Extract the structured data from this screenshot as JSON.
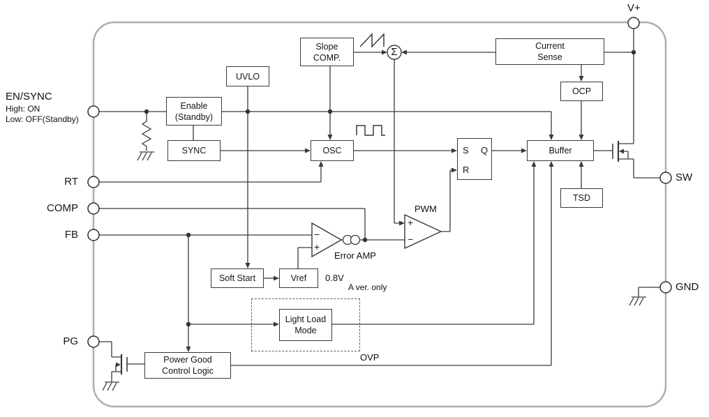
{
  "pins": {
    "en_sync": {
      "label": "EN/SYNC",
      "note_high": "High: ON",
      "note_low": "Low: OFF(Standby)"
    },
    "rt": "RT",
    "comp": "COMP",
    "fb": "FB",
    "pg": "PG",
    "sw": "SW",
    "gnd": "GND",
    "vplus": "V+"
  },
  "blocks": {
    "slope_comp": "Slope\nCOMP.",
    "uvlo": "UVLO",
    "enable": "Enable\n(Standby)",
    "sync": "SYNC",
    "osc": "OSC",
    "current_sense": "Current\nSense",
    "ocp": "OCP",
    "buffer": "Buffer",
    "tsd": "TSD",
    "soft_start": "Soft Start",
    "vref": "Vref",
    "light_load": "Light Load\nMode",
    "power_good": "Power Good\nControl Logic"
  },
  "latch": {
    "s": "S",
    "q": "Q",
    "r": "R"
  },
  "annotations": {
    "pwm": "PWM",
    "error_amp": "Error AMP",
    "vref_value": "0.8V",
    "a_ver_only": "A ver. only",
    "ovp": "OVP",
    "sigma": "Σ"
  },
  "signs": {
    "ea_minus": "−",
    "ea_plus": "+",
    "pwm_plus": "+",
    "pwm_minus": "−"
  },
  "colors": {
    "wire": "#3a3a3a",
    "boundary": "#aeaeae",
    "background": "#ffffff"
  }
}
